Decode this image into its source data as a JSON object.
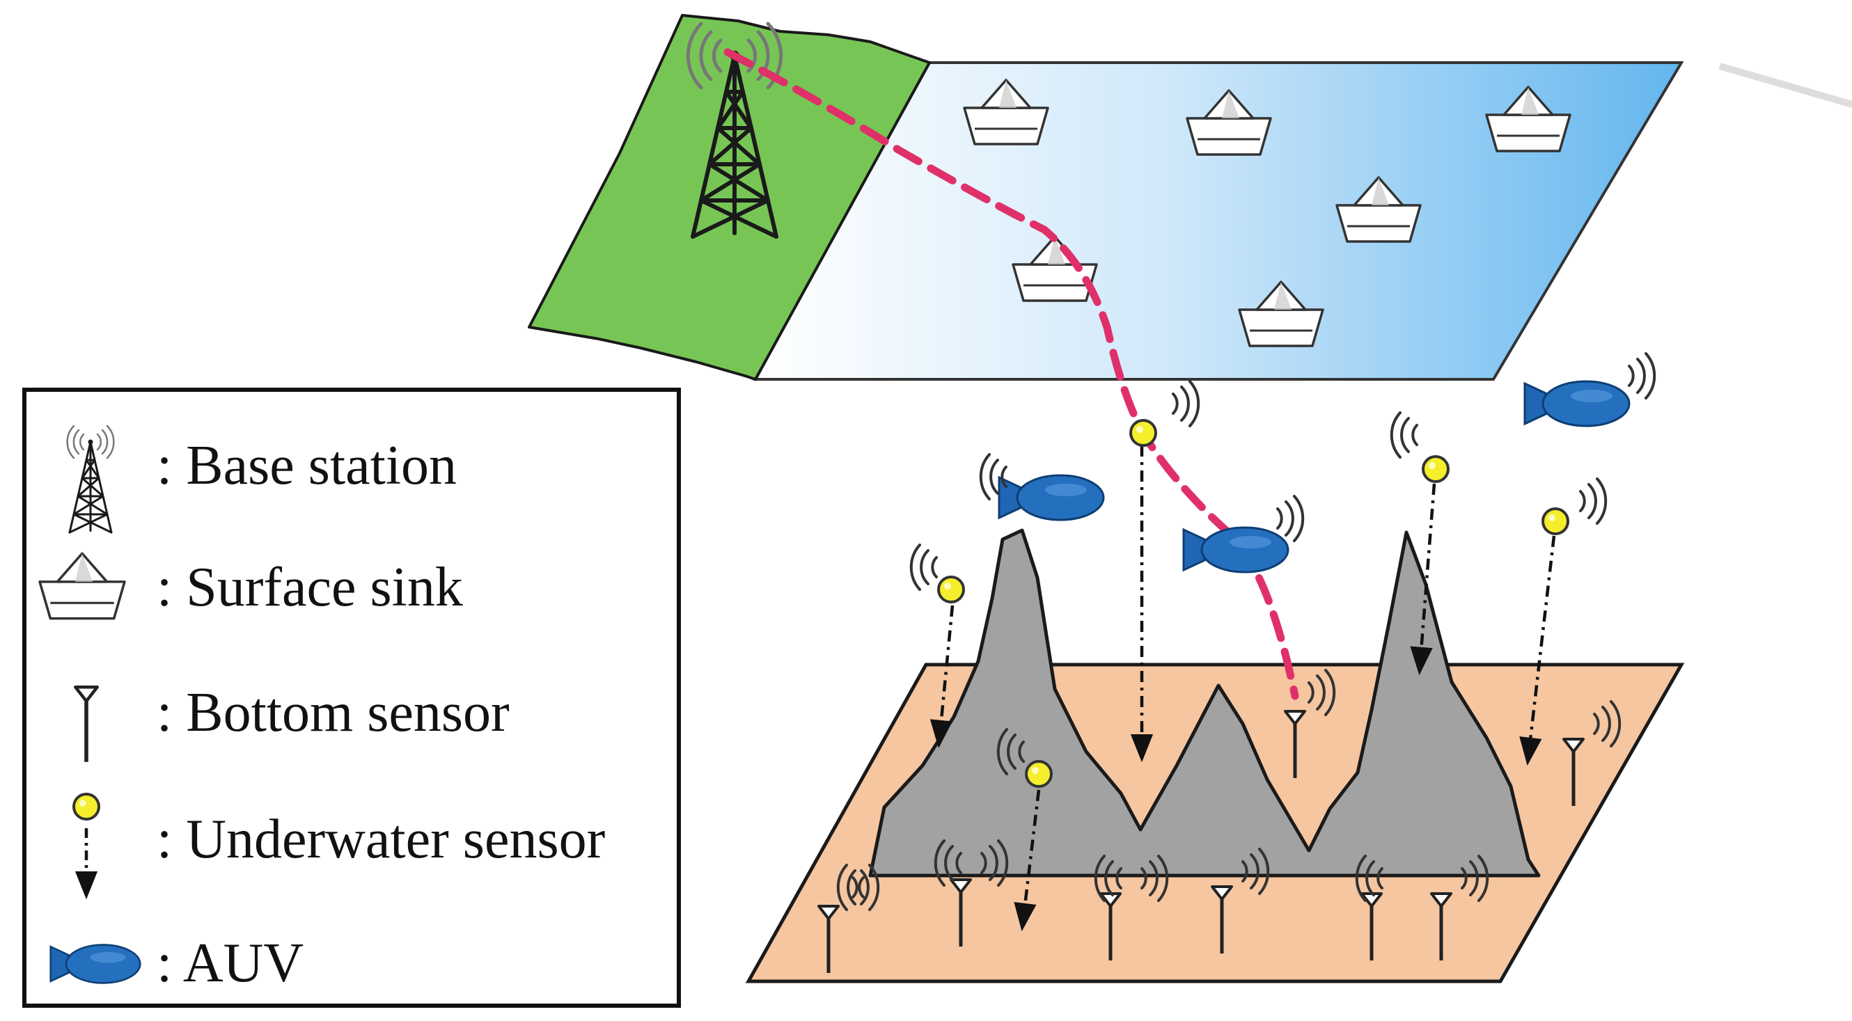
{
  "legend": {
    "items": [
      {
        "label": ": Base station",
        "icon": "base-station-icon"
      },
      {
        "label": ": Surface sink",
        "icon": "surface-sink-icon"
      },
      {
        "label": ": Bottom sensor",
        "icon": "bottom-sensor-icon"
      },
      {
        "label": ": Underwater sensor",
        "icon": "underwater-sensor-icon"
      },
      {
        "label": ": AUV",
        "icon": "auv-icon"
      }
    ]
  },
  "colors": {
    "land": "#77c655",
    "sea_surface": "#7fc4f0",
    "seabed": "#f6c6a0",
    "mountain": "#a2a2a2",
    "comm_link": "#e0306a",
    "auv": "#1f67b4",
    "sensor": "#f4ee2c",
    "outline": "#1a1a1a"
  }
}
